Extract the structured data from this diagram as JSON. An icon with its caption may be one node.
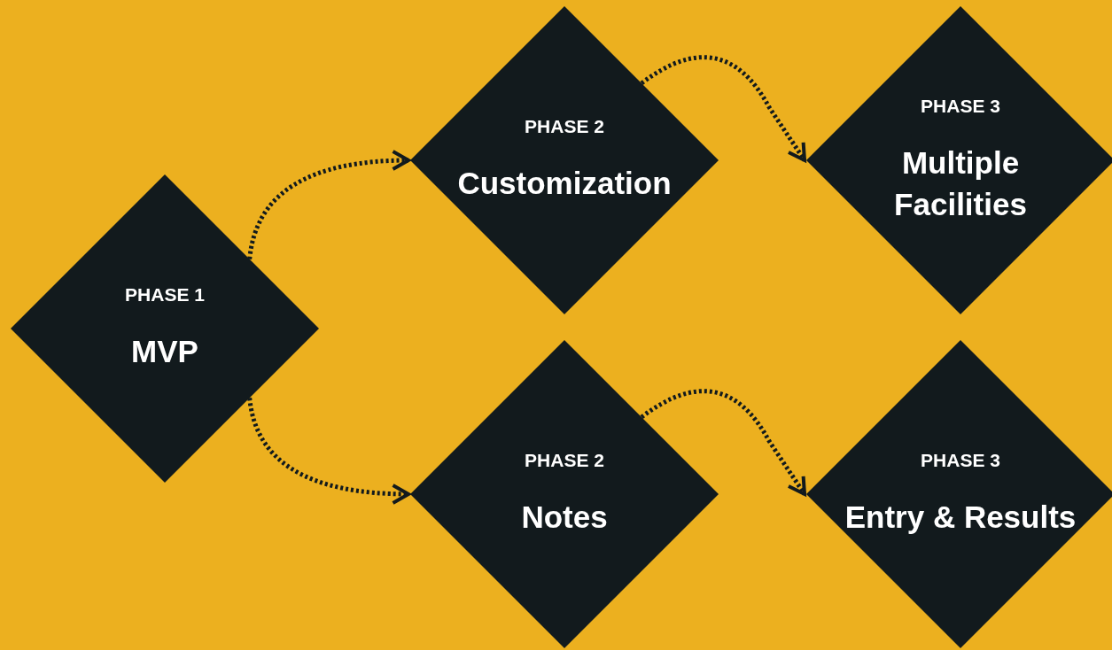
{
  "diagram": {
    "nodes": [
      {
        "text": [
          "PHASE 1",
          "MVP"
        ]
      },
      {
        "text": [
          "PHASE 2",
          "Customization"
        ]
      },
      {
        "text": [
          "PHASE 3",
          "Multiple Facilities"
        ]
      },
      {
        "text": [
          "PHASE 2",
          "Notes"
        ]
      },
      {
        "text": [
          "PHASE 3",
          "Entry & Results"
        ]
      }
    ],
    "edges": [
      {
        "from": 0,
        "to": 1,
        "arrow": "to",
        "style": "dashed"
      },
      {
        "from": 0,
        "to": 3,
        "arrow": "to",
        "style": "dashed"
      },
      {
        "from": 1,
        "to": 2,
        "arrow": "to",
        "style": "dashed"
      },
      {
        "from": 3,
        "to": 4,
        "arrow": "to",
        "style": "dashed"
      }
    ]
  }
}
